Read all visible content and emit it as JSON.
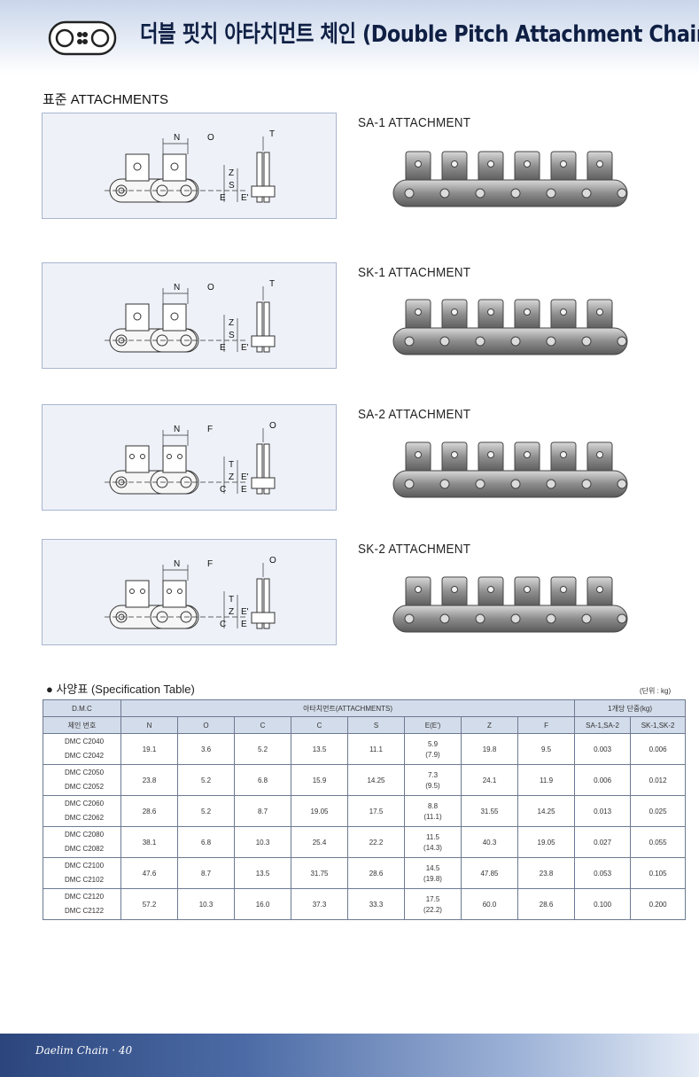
{
  "header": {
    "title": "더블 핏치 아타치먼트 체인 (Double Pitch Attachment Chain)"
  },
  "section_title": "표준 ATTACHMENTS",
  "attachments": [
    {
      "label": "SA-1 ATTACHMENT",
      "diagram_letters": [
        "N",
        "O",
        "T",
        "Z",
        "S",
        "E",
        "E'"
      ]
    },
    {
      "label": "SK-1 ATTACHMENT",
      "diagram_letters": [
        "N",
        "O",
        "T",
        "Z",
        "S",
        "E",
        "E'"
      ]
    },
    {
      "label": "SA-2 ATTACHMENT",
      "diagram_letters": [
        "N",
        "F",
        "O",
        "T",
        "Z",
        "C",
        "E",
        "E'"
      ]
    },
    {
      "label": "SK-2 ATTACHMENT",
      "diagram_letters": [
        "N",
        "F",
        "O",
        "T",
        "Z",
        "C",
        "E",
        "E'"
      ]
    }
  ],
  "spec": {
    "title": "● 사양표 (Specification Table)",
    "unit": "(단위 : kg)",
    "header_row1": {
      "dmc": "D.M.C",
      "attachments": "아타치먼트(ATTACHMENTS)",
      "weight": "1개당 단중(kg)"
    },
    "header_row2": [
      "체인 번호",
      "N",
      "O",
      "C",
      "C",
      "S",
      "E(E')",
      "Z",
      "F",
      "SA-1,SA-2",
      "SK-1,SK-2"
    ],
    "rows": [
      {
        "models": [
          "DMC C2040",
          "DMC C2042"
        ],
        "N": "19.1",
        "O": "3.6",
        "C1": "5.2",
        "C2": "13.5",
        "S": "11.1",
        "E": "5.9",
        "E2": "(7.9)",
        "Z": "19.8",
        "F": "9.5",
        "w1": "0.003",
        "w2": "0.006"
      },
      {
        "models": [
          "DMC C2050",
          "DMC C2052"
        ],
        "N": "23.8",
        "O": "5.2",
        "C1": "6.8",
        "C2": "15.9",
        "S": "14.25",
        "E": "7.3",
        "E2": "(9.5)",
        "Z": "24.1",
        "F": "11.9",
        "w1": "0.006",
        "w2": "0.012"
      },
      {
        "models": [
          "DMC C2060",
          "DMC C2062"
        ],
        "N": "28.6",
        "O": "5.2",
        "C1": "8.7",
        "C2": "19.05",
        "S": "17.5",
        "E": "8.8",
        "E2": "(11.1)",
        "Z": "31.55",
        "F": "14.25",
        "w1": "0.013",
        "w2": "0.025"
      },
      {
        "models": [
          "DMC C2080",
          "DMC C2082"
        ],
        "N": "38.1",
        "O": "6.8",
        "C1": "10.3",
        "C2": "25.4",
        "S": "22.2",
        "E": "11.5",
        "E2": "(14.3)",
        "Z": "40.3",
        "F": "19.05",
        "w1": "0.027",
        "w2": "0.055"
      },
      {
        "models": [
          "DMC C2100",
          "DMC C2102"
        ],
        "N": "47.6",
        "O": "8.7",
        "C1": "13.5",
        "C2": "31.75",
        "S": "28.6",
        "E": "14.5",
        "E2": "(19.8)",
        "Z": "47.85",
        "F": "23.8",
        "w1": "0.053",
        "w2": "0.105"
      },
      {
        "models": [
          "DMC C2120",
          "DMC C2122"
        ],
        "N": "57.2",
        "O": "10.3",
        "C1": "16.0",
        "C2": "37.3",
        "S": "33.3",
        "E": "17.5",
        "E2": "(22.2)",
        "Z": "60.0",
        "F": "28.6",
        "w1": "0.100",
        "w2": "0.200"
      }
    ]
  },
  "footer": {
    "text": "Daelim Chain · 40"
  },
  "colors": {
    "header_band": "#c9d6ea",
    "diagram_bg": "#eef2f8",
    "table_header": "#d3dcea",
    "footer": "#2c467d"
  }
}
